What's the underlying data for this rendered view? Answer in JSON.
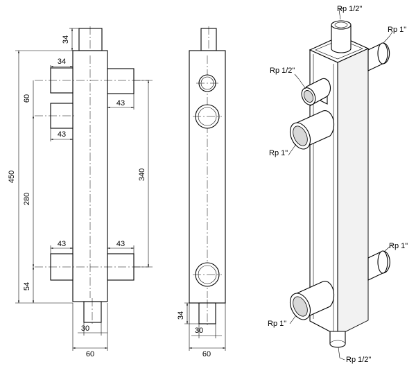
{
  "front_view": {
    "dims": {
      "top_pipe_height": "34",
      "upper_left_stub": "34",
      "upper_stub_offset": "60",
      "upper_right_stub": "43",
      "mid_left_stub": "43",
      "total_height": "450",
      "center_height": "280",
      "right_height": "340",
      "lower_left_stub": "43",
      "lower_right_stub": "43",
      "lower_offset": "54",
      "bottom_pipe_width": "30",
      "body_width": "60"
    }
  },
  "side_view": {
    "dims": {
      "bottom_pipe_height": "34",
      "bottom_pipe_width": "30",
      "body_width": "60"
    }
  },
  "iso_view": {
    "labels": {
      "top": "Rp 1/2\"",
      "upper_right": "Rp 1\"",
      "upper_left_small": "Rp 1/2\"",
      "upper_left_large": "Rp 1\"",
      "lower_right": "Rp 1\"",
      "lower_left": "Rp 1\"",
      "bottom": "Rp 1/2\""
    }
  }
}
